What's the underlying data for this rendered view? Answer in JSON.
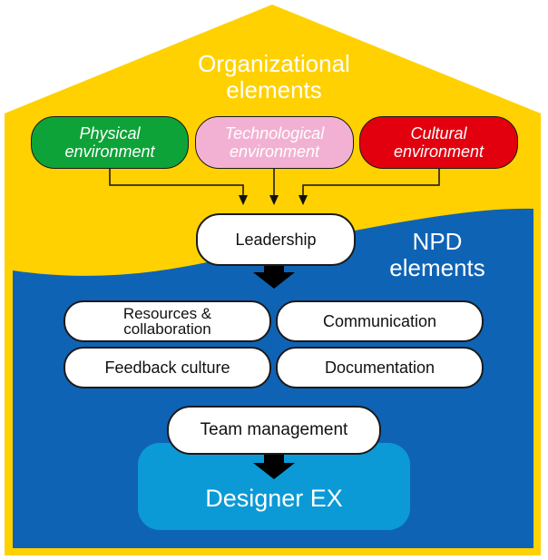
{
  "organizational": {
    "title_line1": "Organizational",
    "title_line2": "elements",
    "color": "#ffd100"
  },
  "environments": [
    {
      "line1": "Physical",
      "line2": "environment",
      "color": "#0ea338"
    },
    {
      "line1": "Technological",
      "line2": "environment",
      "color": "#f2b1d2"
    },
    {
      "line1": "Cultural",
      "line2": "environment",
      "color": "#e2000f"
    }
  ],
  "npd": {
    "title_line1": "NPD",
    "title_line2": "elements",
    "color": "#0f63b5"
  },
  "leadership": {
    "label": "Leadership"
  },
  "npd_items": [
    {
      "line1": "Resources &",
      "line2": "collaboration"
    },
    {
      "line1": "Communication",
      "line2": ""
    },
    {
      "line1": "Feedback culture",
      "line2": ""
    },
    {
      "line1": "Documentation",
      "line2": ""
    }
  ],
  "team_management": {
    "label": "Team management"
  },
  "designer_ex": {
    "label": "Designer EX",
    "color": "#0b9ad6"
  }
}
